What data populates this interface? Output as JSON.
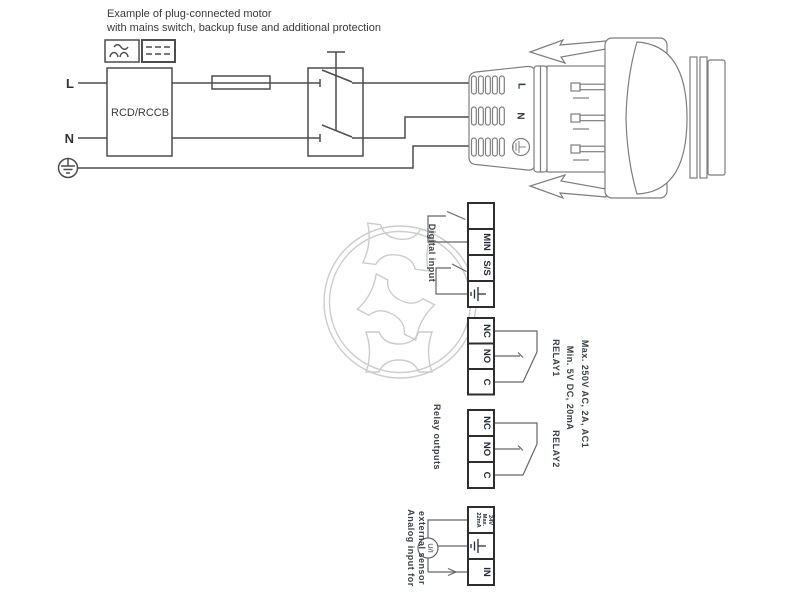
{
  "title": {
    "line1": "Example of plug-connected motor",
    "line2": "with mains switch, backup fuse and additional protection"
  },
  "mains": {
    "l": "L",
    "n": "N",
    "rcd": "RCD/RCCB"
  },
  "plug": {
    "l": "L",
    "n": "N"
  },
  "digital": {
    "section": "Digital input",
    "t_min": "MIN",
    "t_ss": "S/S"
  },
  "relays": {
    "section": "Relay outputs",
    "nc": "NC",
    "no": "NO",
    "c": "C",
    "relay1": "RELAY1",
    "relay2": "RELAY2",
    "max_rating": "Max. 250V AC, 2A, AC1",
    "min_rating": "Min. 5V DC, 20mA"
  },
  "analog": {
    "section_line1": "Analog input for",
    "section_line2": "external sensor",
    "supply_v": "24V",
    "supply_max": "Max.",
    "supply_ma": "22mA",
    "t_in": "IN",
    "sensor": "U/I"
  },
  "colors": {
    "circuit": "#4d4d4d",
    "connector": "#7e7e7e",
    "terminal_border": "#2e2e2e",
    "aux_wire": "#666666",
    "watermark": "#cccccc",
    "label": "#222b38",
    "annotation": "#3a4048"
  }
}
